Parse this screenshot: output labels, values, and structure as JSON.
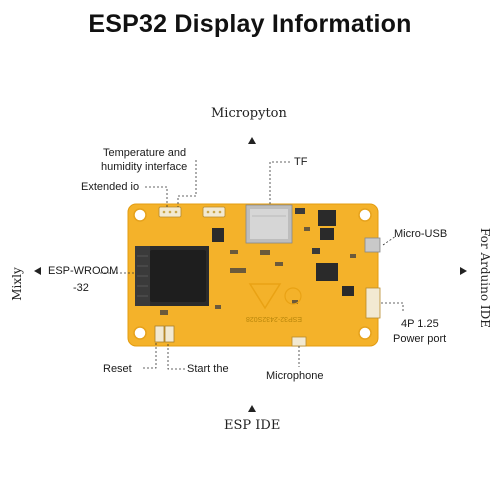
{
  "title": "ESP32 Display Information",
  "top_label": "Micropyton",
  "bottom_label": "ESP IDE",
  "left_label": "Mixly",
  "right_label": "For Arduino IDE",
  "callouts": {
    "temp_line1": "Temperature and",
    "temp_line2": "humidity interface",
    "extended_io": "Extended io",
    "tf": "TF",
    "micro_usb": "Micro-USB",
    "esp_line1": "ESP-WROOM",
    "esp_line2": "-32",
    "power_line1": "4P 1.25",
    "power_line2": "Power port",
    "reset": "Reset",
    "start": "Start the",
    "microphone": "Microphone"
  },
  "silkscreen": {
    "module_label": "ESP32-2432S028"
  },
  "colors": {
    "board": "#f4b22a",
    "board_edge": "#e9a214",
    "module": "#2b2b2b",
    "chip": "#1f1f1f"
  }
}
